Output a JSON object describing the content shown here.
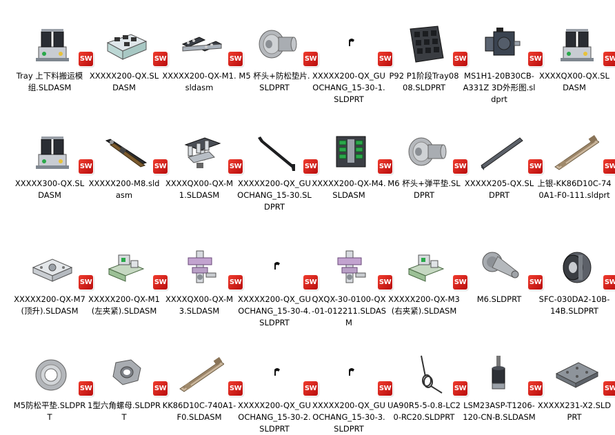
{
  "badge_text": "SW",
  "files": [
    {
      "name": "Tray 上下料搬运模组.SLDASM",
      "icon": "tray-module-assembly"
    },
    {
      "name": "XXXXX200-QX.SLDASM",
      "icon": "frame-assembly"
    },
    {
      "name": "XXXXX200-QX-M1.sldasm",
      "icon": "dual-tray-assembly"
    },
    {
      "name": "M5  杯头+防松垫片.SLDPRT",
      "icon": "cap-screw-washer"
    },
    {
      "name": "XXXXX200-QX_GUOCHANG_15-30-1.SLDPRT",
      "icon": "small-clip"
    },
    {
      "name": "P92 P1阶段Tray0808.SLDPRT",
      "icon": "tray-plate"
    },
    {
      "name": "MS1H1-20B30CB-A331Z 3D外形图.sldprt",
      "icon": "servo-motor"
    },
    {
      "name": "XXXXQX00-QX.SLDASM",
      "icon": "tray-module-assembly"
    },
    {
      "name": "XXXXX300-QX.SLDASM",
      "icon": "tray-module-assembly"
    },
    {
      "name": "XXXXX200-M8.sldasm",
      "icon": "linear-rail-assembly"
    },
    {
      "name": "XXXXQX00-QX-M1.SLDASM",
      "icon": "gripper-assembly"
    },
    {
      "name": "XXXXX200-QX_GUOCHANG_15-30.SLDPRT",
      "icon": "long-bar-hook"
    },
    {
      "name": "XXXXX200-QX-M4.SLDASM",
      "icon": "board-assembly"
    },
    {
      "name": "M6 杯头+弹平垫.SLDPRT",
      "icon": "cap-screw-washer"
    },
    {
      "name": "XXXXX205-QX.SLDPRT",
      "icon": "aluminum-profile"
    },
    {
      "name": "上银-KK86D10C-740A1-F0-111.sldprt",
      "icon": "linear-module"
    },
    {
      "name": "XXXXX200-QX-M7(顶升).SLDASM",
      "icon": "lift-plate-assembly"
    },
    {
      "name": "XXXXX200-QX-M1(左夹紧).SLDASM",
      "icon": "clamp-assembly"
    },
    {
      "name": "XXXXQX00-QX-M3.SLDASM",
      "icon": "bracket-assembly"
    },
    {
      "name": "XXXXX200-QX_GUOCHANG_15-30-4.SLDPRT",
      "icon": "small-clip"
    },
    {
      "name": "QXQX-30-0100-QX-01-012211.SLDASM",
      "icon": "bracket-assembly"
    },
    {
      "name": "XXXXX200-QX-M3(右夹紧).SLDASM",
      "icon": "clamp-assembly"
    },
    {
      "name": "M6.SLDPRT",
      "icon": "bolt"
    },
    {
      "name": "SFC-030DA2-10B-14B.SLDPRT",
      "icon": "coupling"
    },
    {
      "name": "M5防松平垫.SLDPRT",
      "icon": "washer"
    },
    {
      "name": "1型六角螺母.SLDPRT",
      "icon": "hex-nut"
    },
    {
      "name": "KK86D10C-740A1-F0.SLDASM",
      "icon": "linear-module"
    },
    {
      "name": "XXXXX200-QX_GUOCHANG_15-30-2.SLDPRT",
      "icon": "small-clip"
    },
    {
      "name": "XXXXX200-QX_GUOCHANG_15-30-3.SLDPRT",
      "icon": "small-clip"
    },
    {
      "name": "UA90R5-5-0.8-LC20-RC20.SLDPRT",
      "icon": "torsion-spring"
    },
    {
      "name": "LSM23ASP-T1206-120-CN-B.SLDASM",
      "icon": "linear-actuator"
    },
    {
      "name": "XXXXX231-X2.SLDPRT",
      "icon": "base-plate"
    }
  ]
}
